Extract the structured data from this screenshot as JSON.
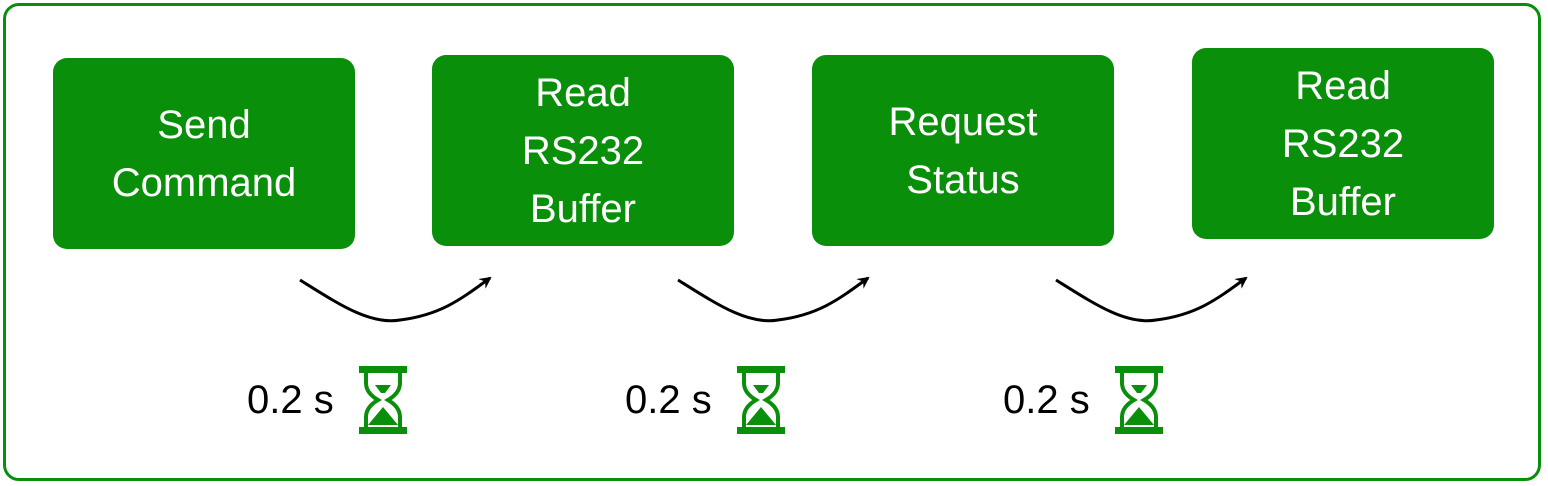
{
  "diagram": {
    "steps": [
      {
        "lines": [
          "Send",
          "Command"
        ]
      },
      {
        "lines": [
          "Read",
          "RS232",
          "Buffer"
        ]
      },
      {
        "lines": [
          "Request",
          "Status"
        ]
      },
      {
        "lines": [
          "Read",
          "RS232",
          "Buffer"
        ]
      }
    ],
    "delays": [
      {
        "label": "0.2 s",
        "icon": "hourglass-icon"
      },
      {
        "label": "0.2 s",
        "icon": "hourglass-icon"
      },
      {
        "label": "0.2 s",
        "icon": "hourglass-icon"
      }
    ],
    "colors": {
      "accent": "#0a8f0a",
      "box_text": "#ffffff",
      "arrow": "#000000",
      "label_text": "#000000"
    }
  }
}
